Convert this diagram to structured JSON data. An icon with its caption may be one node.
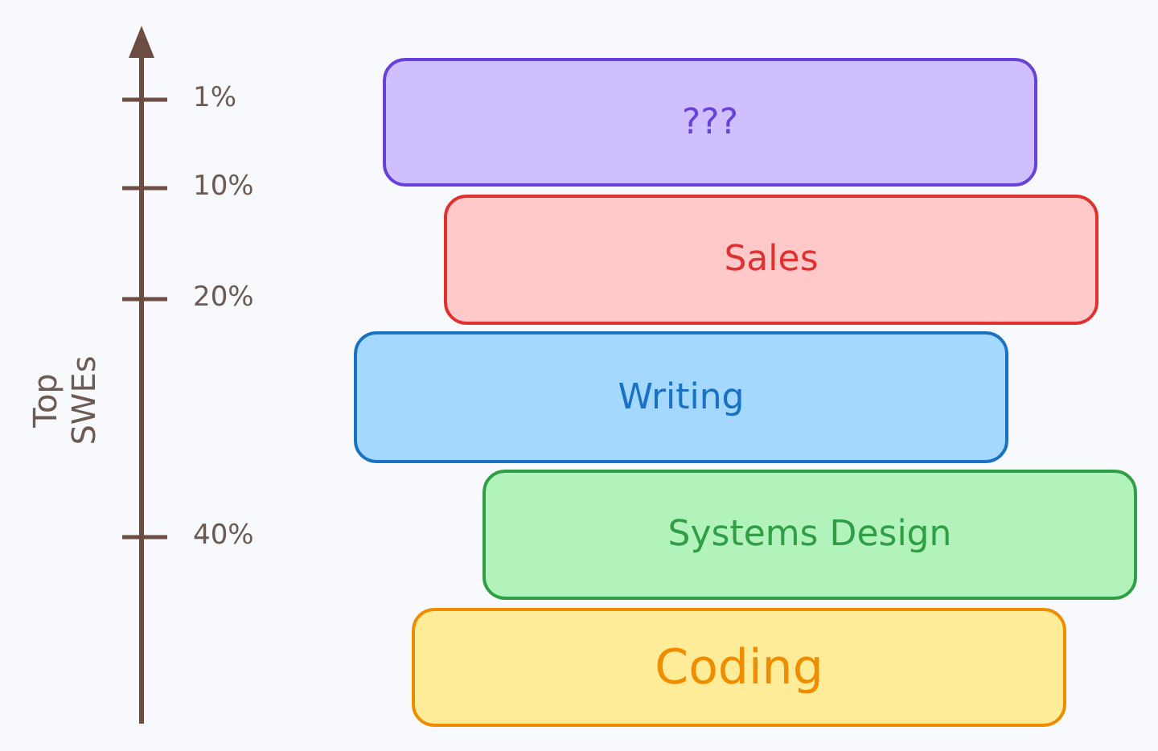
{
  "diagram": {
    "nodes": [
      {
        "text": [
          "???"
        ]
      },
      {
        "text": [
          "Sales"
        ]
      },
      {
        "text": [
          "Writing"
        ]
      },
      {
        "text": [
          "Systems Design"
        ]
      },
      {
        "text": [
          "Coding"
        ]
      }
    ],
    "labels": [
      "1%",
      "10%",
      "20%",
      "40%",
      "Top SWEs"
    ]
  }
}
